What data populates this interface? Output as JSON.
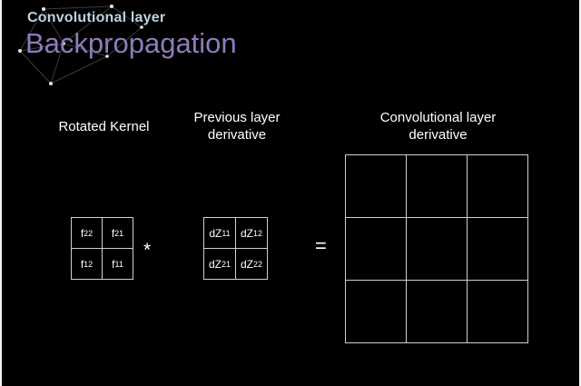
{
  "title": {
    "supertitle": "Convolutional layer",
    "main": "Backpropagation"
  },
  "headers": {
    "kernel": "Rotated Kernel",
    "previous": "Previous layer\nderivative",
    "output": "Convolutional layer\nderivative"
  },
  "operators": {
    "star": "*",
    "equals": "="
  },
  "kernel": {
    "cells": [
      {
        "base": "f",
        "sub": "22"
      },
      {
        "base": "f",
        "sub": "21"
      },
      {
        "base": "f",
        "sub": "12"
      },
      {
        "base": "f",
        "sub": "11"
      }
    ]
  },
  "derivative": {
    "cells": [
      {
        "base": "dZ",
        "sub": "11"
      },
      {
        "base": "dZ",
        "sub": "12"
      },
      {
        "base": "dZ",
        "sub": "21"
      },
      {
        "base": "dZ",
        "sub": "22"
      }
    ]
  },
  "output_grid": {
    "rows": 3,
    "cols": 3,
    "cells_empty": true
  },
  "colors": {
    "background": "#000000",
    "supertitle": "#b9d3e6",
    "title": "#8f7cba",
    "text": "#ffffff",
    "grid_border": "#cfcfcf"
  }
}
